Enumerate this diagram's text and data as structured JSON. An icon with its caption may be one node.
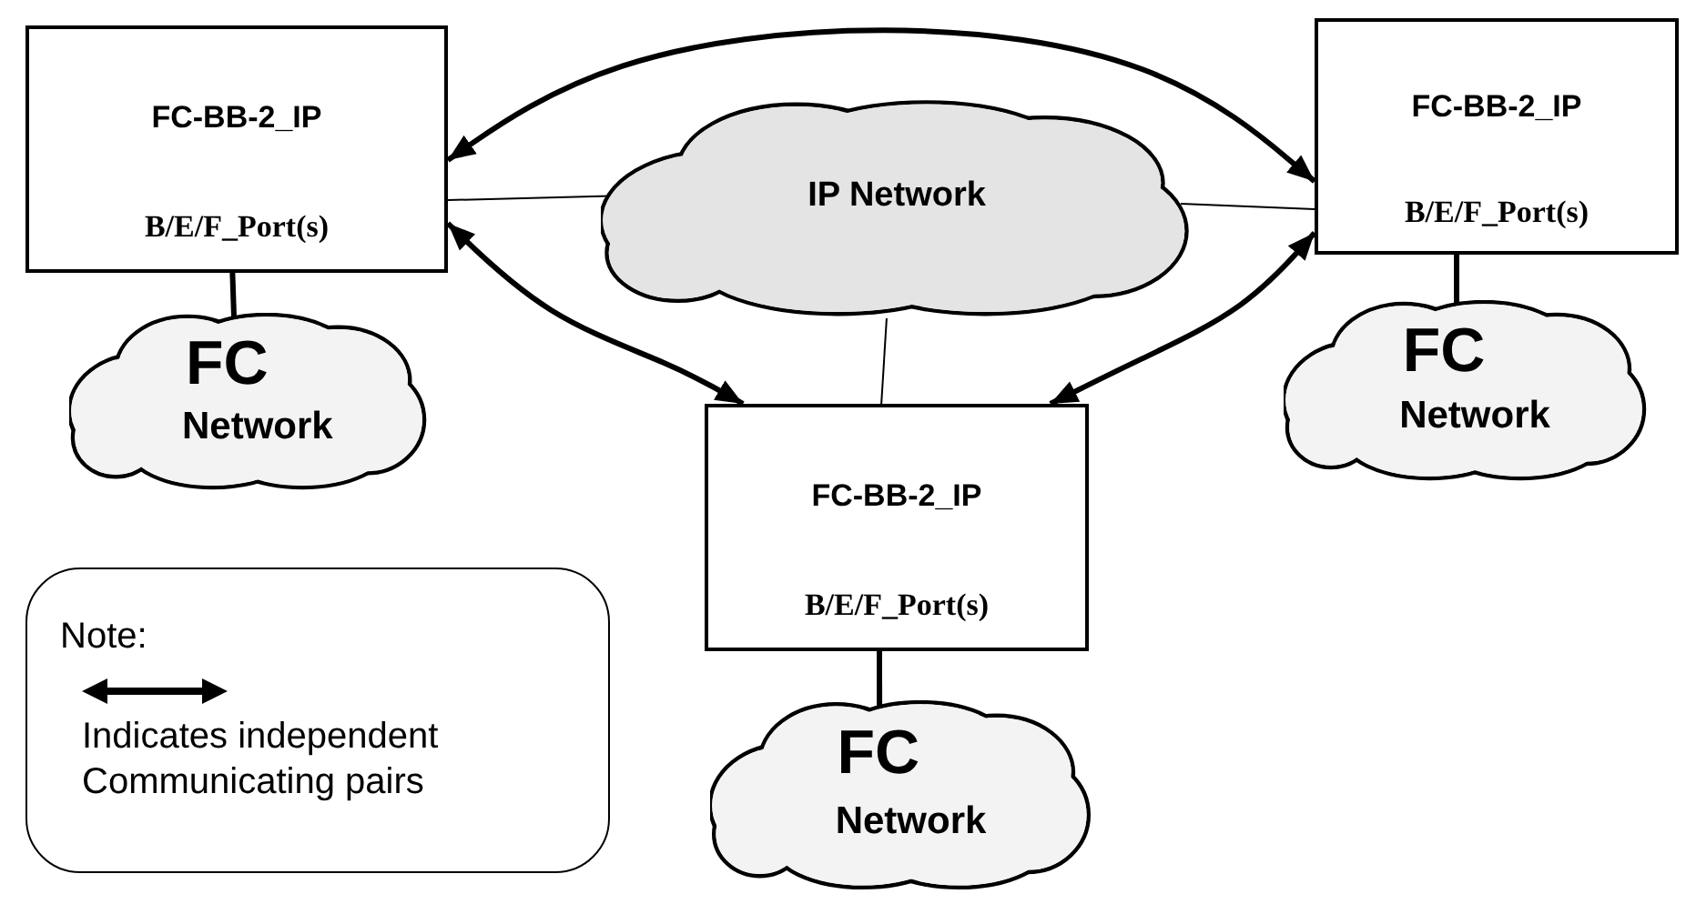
{
  "diagram": {
    "nodes": [
      {
        "text": [
          "FC-BB-2_IP",
          "B/E/F_Port(s)"
        ]
      },
      {
        "text": [
          "IP Network"
        ]
      },
      {
        "text": [
          "FC-BB-2_IP",
          "B/E/F_Port(s)"
        ]
      },
      {
        "text": [
          "FC",
          "Network"
        ]
      },
      {
        "text": [
          "FC",
          "Network"
        ]
      },
      {
        "text": [
          "FC-BB-2_IP",
          "B/E/F_Port(s)"
        ]
      },
      {
        "text": [
          "FC",
          "Network"
        ]
      }
    ],
    "edges": [
      {
        "from": 0,
        "to": 1,
        "arrow": "none"
      },
      {
        "from": 1,
        "to": 2,
        "arrow": "none"
      },
      {
        "from": 1,
        "to": 5,
        "arrow": "none"
      },
      {
        "from": 0,
        "to": 3,
        "arrow": "none"
      },
      {
        "from": 2,
        "to": 4,
        "arrow": "none"
      },
      {
        "from": 5,
        "to": 6,
        "arrow": "none"
      },
      {
        "from": 0,
        "to": 2,
        "arrow": "both"
      },
      {
        "from": 0,
        "to": 5,
        "arrow": "both"
      },
      {
        "from": 2,
        "to": 5,
        "arrow": "both"
      }
    ],
    "labels": [
      "Note:"
    ],
    "legend": [
      {
        "text": "Indicates independent Communicating pairs"
      }
    ]
  }
}
